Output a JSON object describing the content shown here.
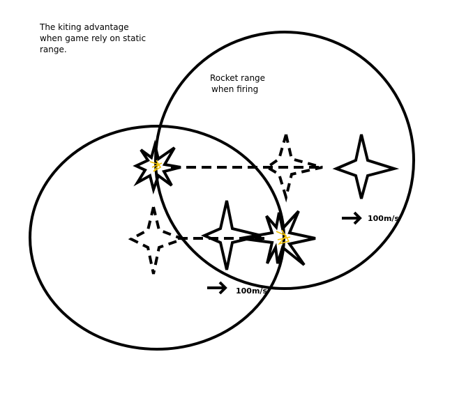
{
  "title": {
    "line1": "The kiting advantage",
    "line2": "when game rely on static",
    "line3": "range."
  },
  "rocket_label": {
    "line1": "Rocket range",
    "line2": "when firing"
  },
  "speed_labels": {
    "lower": "100m/s",
    "upper": "100m/s"
  },
  "colors": {
    "stroke": "#000000",
    "explosion": "#f2c200"
  }
}
